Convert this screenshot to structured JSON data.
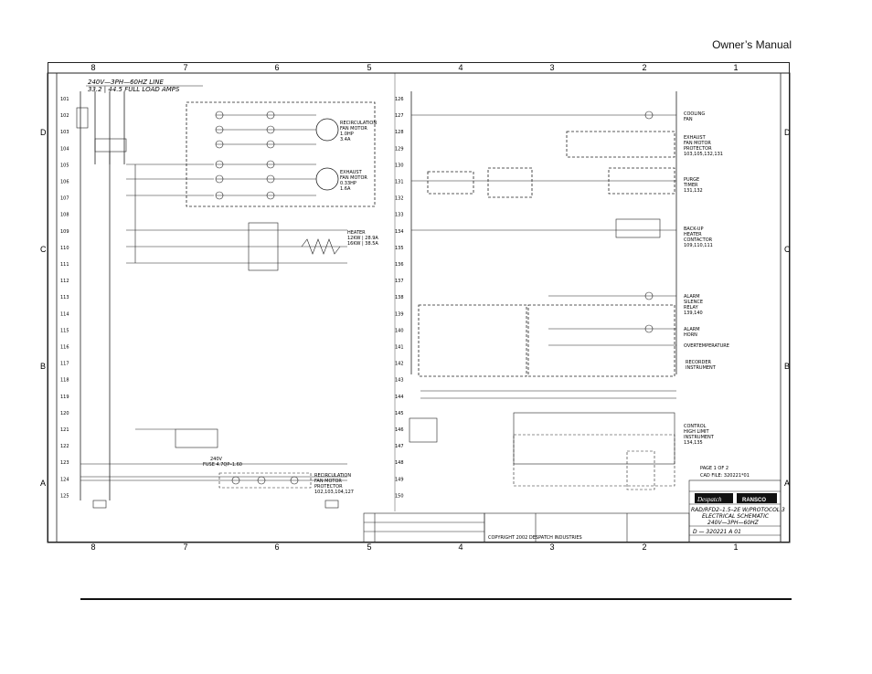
{
  "page": {
    "header": "Owner’s Manual"
  },
  "zones": {
    "columns": [
      "8",
      "7",
      "6",
      "5",
      "4",
      "3",
      "2",
      "1"
    ],
    "rows_left": [
      "D",
      "C",
      "B",
      "A"
    ],
    "rows_right": [
      "D",
      "C",
      "B",
      "A"
    ]
  },
  "supply": {
    "line": "240V—3PH—60HZ LINE",
    "amps": "33.2 | 44.5 FULL LOAD AMPS"
  },
  "rungs_left": [
    "101",
    "102",
    "103",
    "104",
    "105",
    "106",
    "107",
    "108",
    "109",
    "110",
    "111",
    "112",
    "113",
    "114",
    "115",
    "116",
    "117",
    "118",
    "119",
    "120",
    "121",
    "122",
    "123",
    "124",
    "125"
  ],
  "rungs_right": [
    "126",
    "127",
    "128",
    "129",
    "130",
    "131",
    "132",
    "133",
    "134",
    "135",
    "136",
    "137",
    "138",
    "139",
    "140",
    "141",
    "142",
    "143",
    "144",
    "145",
    "146",
    "147",
    "148",
    "149",
    "150"
  ],
  "components": {
    "recirc_motor": [
      "RECIRCULATION",
      "FAN MOTOR",
      "1.0HP",
      "3.4A"
    ],
    "exhaust_motor": [
      "EXHAUST",
      "FAN MOTOR",
      "0.33HP",
      "1.6A"
    ],
    "heater": [
      "HEATER",
      "12KW | 28.9A",
      "16KW | 38.5A"
    ],
    "cooling_fan": [
      "COOLING",
      "FAN"
    ],
    "exhaust_protector": [
      "EXHAUST",
      "FAN MOTOR",
      "PROTECTOR",
      "103,105,132,131"
    ],
    "purge_timer": [
      "PURGE",
      "TIMER",
      "131,132"
    ],
    "backup_contactor": [
      "BACK-UP",
      "HEATER",
      "CONTACTOR",
      "109,110,111"
    ],
    "alarm_relay": [
      "ALARM",
      "SILENCE",
      "RELAY",
      "139,140"
    ],
    "alarm_horn": [
      "ALARM",
      "HORN"
    ],
    "overtemp": "OVERTEMPERATURE",
    "recorder": [
      "RECORDER",
      "INSTRUMENT"
    ],
    "control_limit": [
      "CONTROL",
      "HIGH LIMIT",
      "INSTRUMENT",
      "134,135"
    ],
    "recirc_protector": [
      "RECIRCULATION",
      "FAN MOTOR",
      "PROTECTOR",
      "102,103,104,127"
    ],
    "fuse": [
      "240V",
      "FUSE 4.7QP–1.60"
    ]
  },
  "title_block": {
    "cad_page": "PAGE 1 OF 2",
    "cad_file": "CAD FILE: 320221*01",
    "company": "Despatch",
    "partner": "RANSCO",
    "title": [
      "RAD/RFD2–1.5–2E W/PROTOCOL 3",
      "ELECTRICAL SCHEMATIC",
      "240V—3PH—60HZ"
    ],
    "drawing_no": "D — 320221 A 01",
    "copyright": "COPYRIGHT  2002  DESPATCH INDUSTRIES"
  }
}
